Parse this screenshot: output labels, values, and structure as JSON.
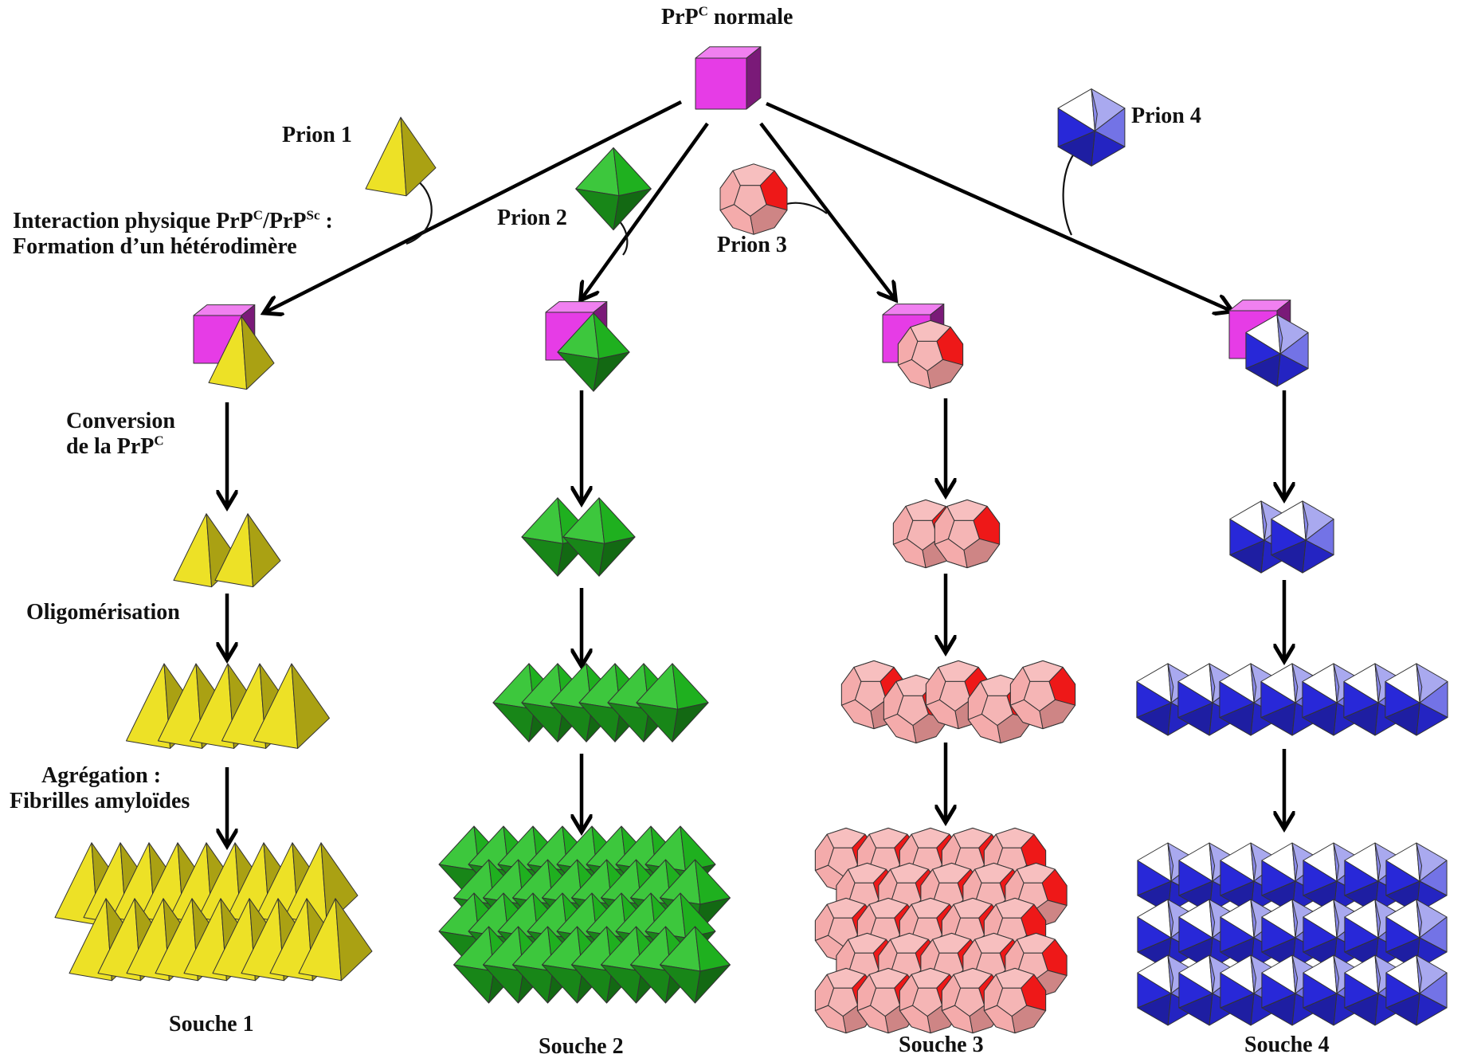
{
  "root": {
    "base": "PrP",
    "sup": "C",
    "suffix": " normale"
  },
  "prions": [
    {
      "label": "Prion 1",
      "color": "#ecdf1b",
      "shape": "tetrahedron"
    },
    {
      "label": "Prion 2",
      "color": "#22bf22",
      "shape": "octahedron"
    },
    {
      "label": "Prion 3",
      "color": "#f29c9c",
      "shape": "dodecahedron"
    },
    {
      "label": "Prion 4",
      "color": "#2828d8",
      "shape": "icosahedron"
    }
  ],
  "steps": {
    "interaction": {
      "line1_a": "Interaction physique PrP",
      "line1_sup1": "C",
      "line1_b": "/PrP",
      "line1_sup2": "Sc",
      "line1_c": " :",
      "line2": "Formation d’un hétérodimère"
    },
    "conversion": {
      "line1": "Conversion",
      "line2_a": "de la PrP",
      "line2_sup": "C"
    },
    "oligomerisation": "Oligomérisation",
    "aggregation": {
      "line1": "Agrégation :",
      "line2": "Fibrilles amyloïdes"
    }
  },
  "strains": [
    "Souche 1",
    "Souche 2",
    "Souche 3",
    "Souche 4"
  ],
  "colors": {
    "prpc_face": "#e63ce6",
    "prpc_top": "#f080f0",
    "prpc_side": "#7a1a78",
    "arrow": "#000000"
  }
}
